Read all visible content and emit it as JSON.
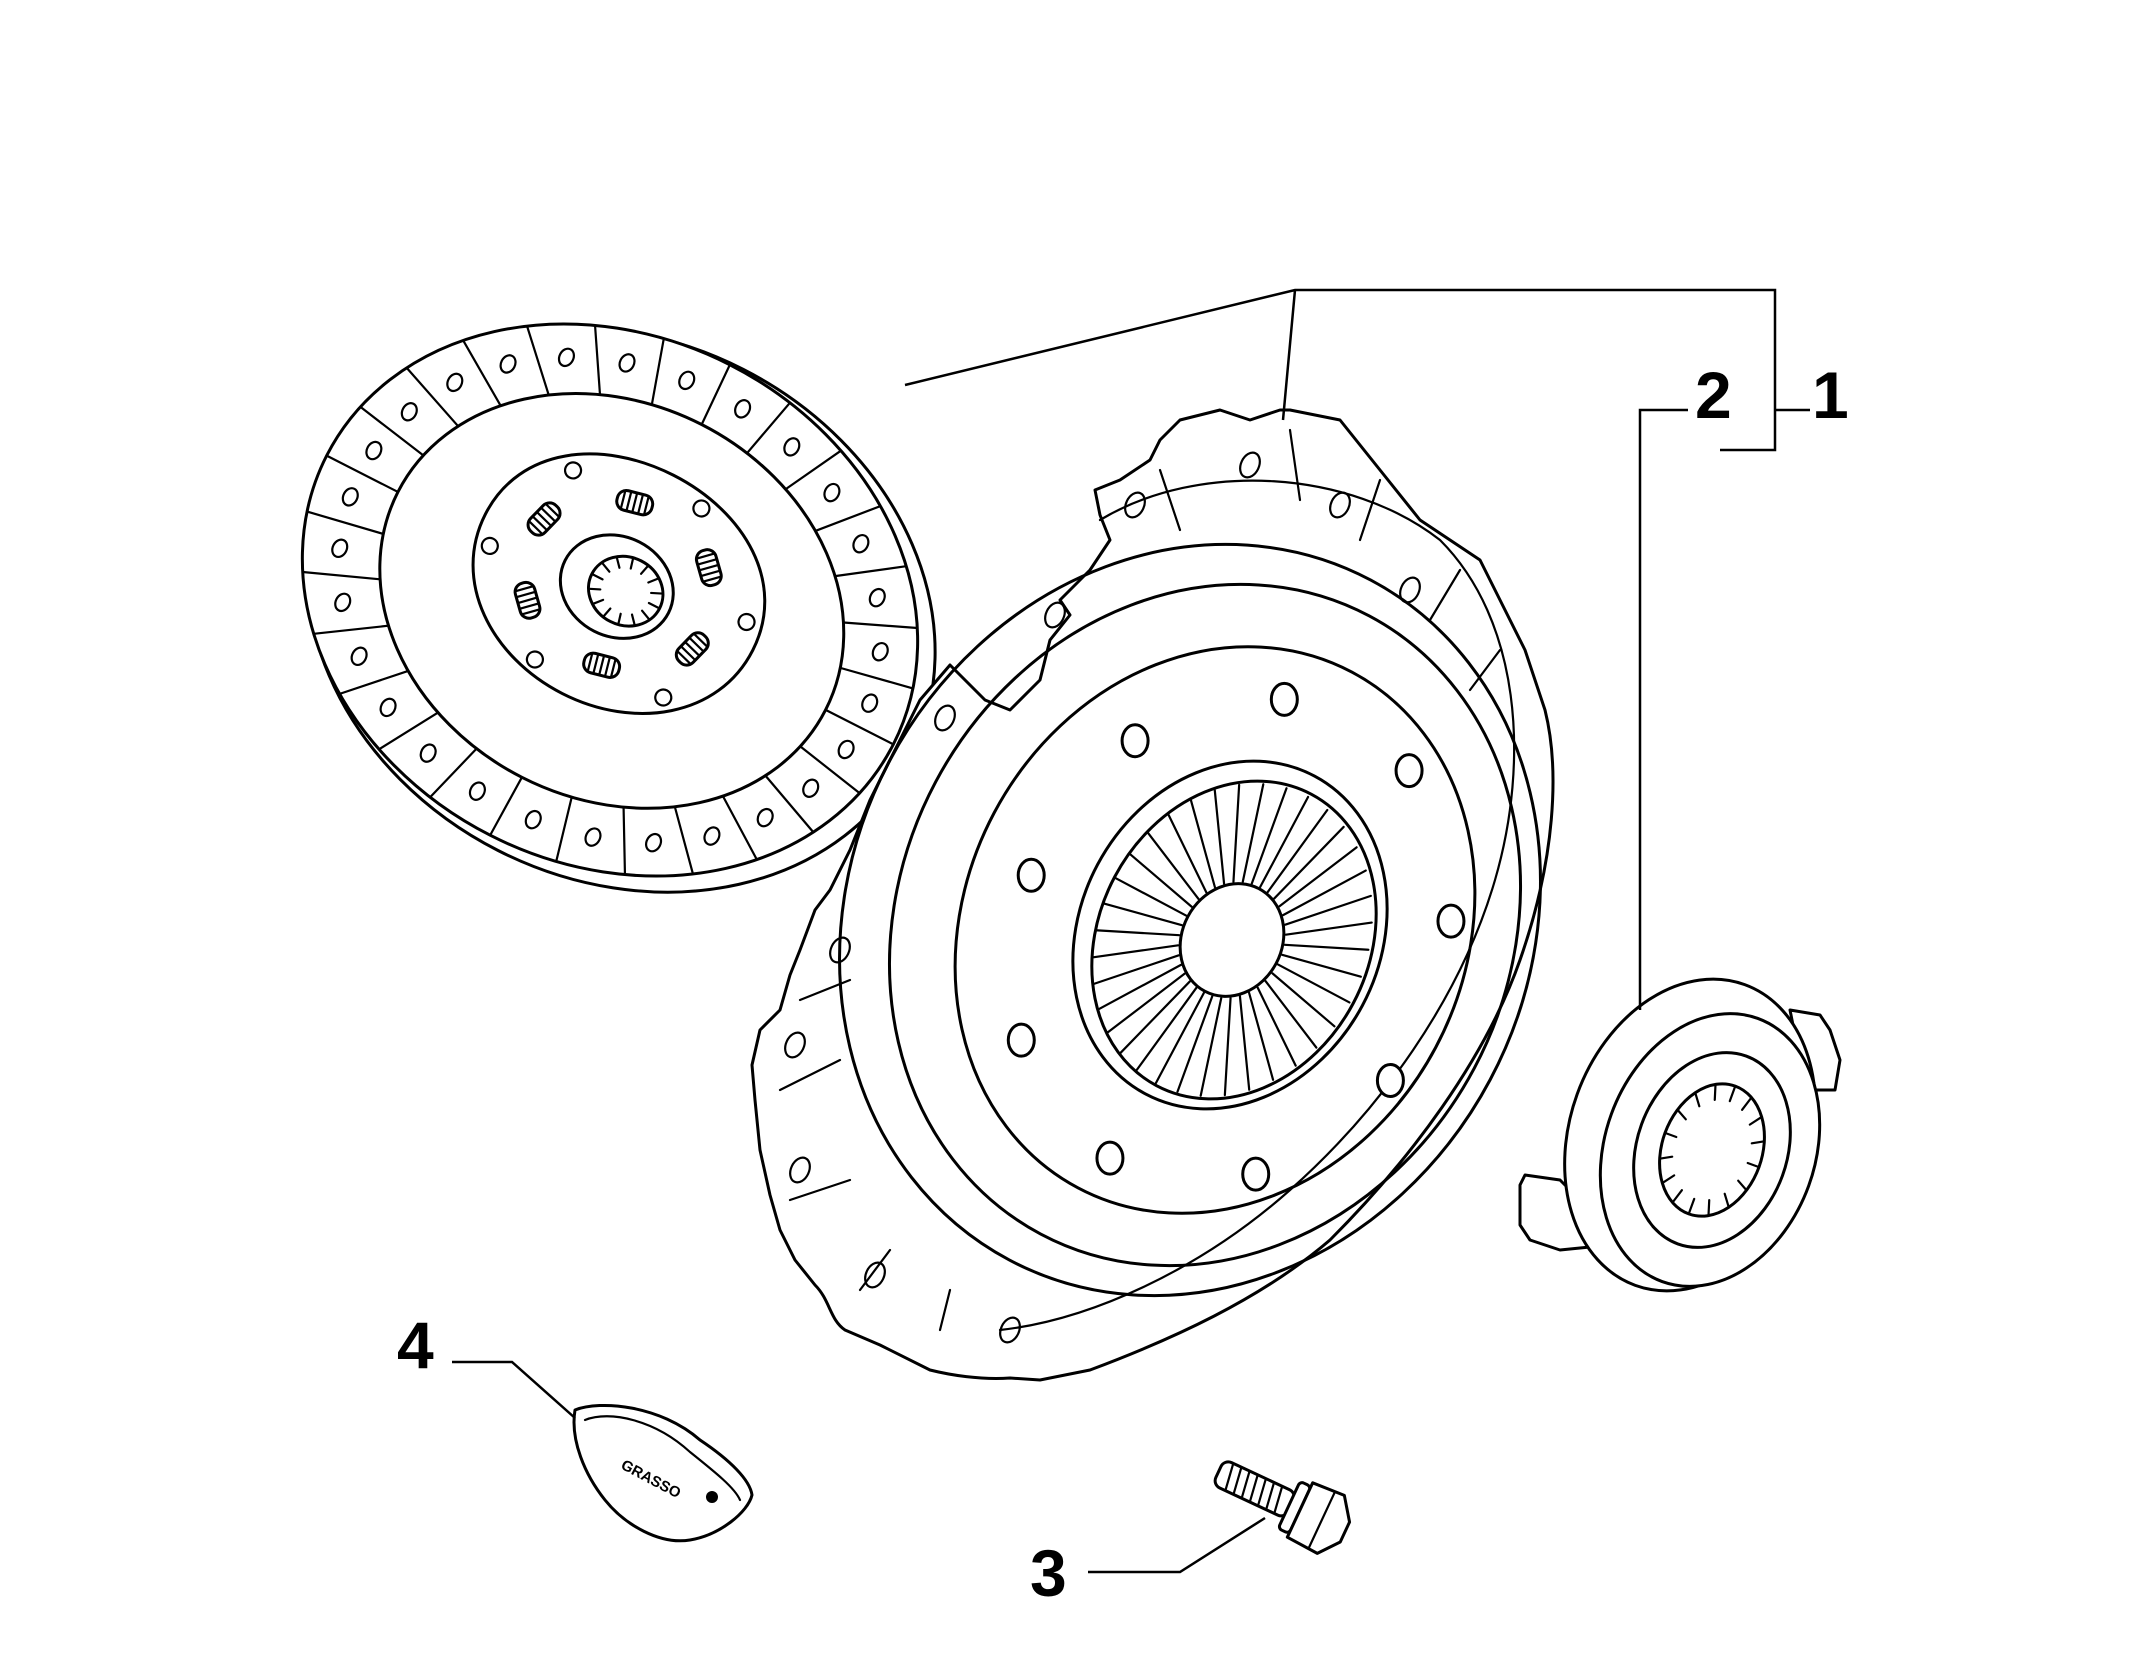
{
  "callouts": {
    "c1": "1",
    "c2": "2",
    "c3": "3",
    "c4": "4"
  },
  "grease_tube_label": "GRASSO",
  "colors": {
    "ink": "#000000",
    "background": "#ffffff"
  }
}
